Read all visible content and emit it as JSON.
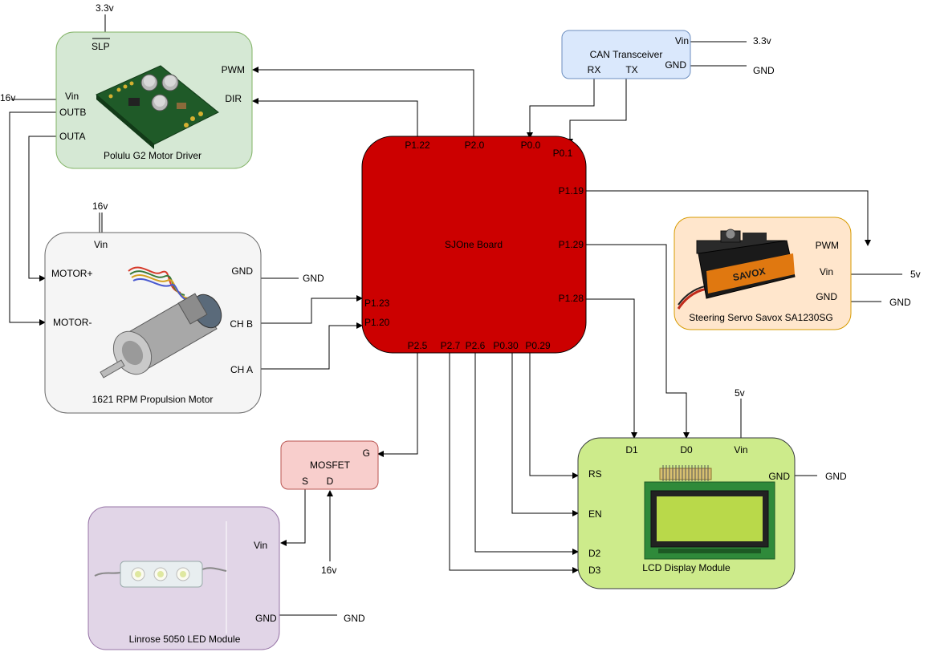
{
  "board": {
    "title": "SJOne Board",
    "fill": "#cc0000",
    "pins": {
      "p1_22": "P1.22",
      "p2_0": "P2.0",
      "p0_0": "P0.0",
      "p0_1": "P0.1",
      "p1_19": "P1.19",
      "p1_29": "P1.29",
      "p1_28": "P1.28",
      "p1_23": "P1.23",
      "p1_20": "P1.20",
      "p2_5": "P2.5",
      "p2_7": "P2.7",
      "p2_6": "P2.6",
      "p0_30": "P0.30",
      "p0_29": "P0.29"
    }
  },
  "can": {
    "title": "CAN Transceiver",
    "fill": "#dae8fc",
    "rx": "RX",
    "tx": "TX",
    "vin": "Vin",
    "gnd": "GND",
    "vin_net": "3.3v",
    "gnd_net": "GND"
  },
  "driver": {
    "title": "Polulu G2 Motor Driver",
    "fill": "#d5e8d4",
    "slp": "SLP",
    "pwm": "PWM",
    "dir": "DIR",
    "vin": "Vin",
    "outb": "OUTB",
    "outa": "OUTA",
    "slp_net": "3.3v",
    "vin_net": "16v"
  },
  "motor": {
    "title": "1621 RPM Propulsion Motor",
    "fill": "#f5f5f5",
    "vin": "Vin",
    "motor_plus": "MOTOR+",
    "motor_minus": "MOTOR-",
    "gnd": "GND",
    "chb": "CH B",
    "cha": "CH A",
    "vin_net": "16v",
    "gnd_net": "GND"
  },
  "servo": {
    "title": "Steering Servo Savox SA1230SG",
    "fill": "#ffe6cc",
    "pwm": "PWM",
    "vin": "Vin",
    "gnd": "GND",
    "vin_net": "5v",
    "gnd_net": "GND",
    "brand": "SAVOX"
  },
  "mosfet": {
    "title": "MOSFET",
    "fill": "#f8cecc",
    "g": "G",
    "s": "S",
    "d": "D",
    "d_net": "16v"
  },
  "led": {
    "title": "Linrose 5050 LED Module",
    "fill": "#e1d5e7",
    "vin": "Vin",
    "gnd": "GND",
    "gnd_net": "GND"
  },
  "lcd": {
    "title": "LCD Display Module",
    "fill": "#cdeb8b",
    "d1": "D1",
    "d0": "D0",
    "vin": "Vin",
    "gnd": "GND",
    "rs": "RS",
    "en": "EN",
    "d2": "D2",
    "d3": "D3",
    "vin_net": "5v",
    "gnd_net": "GND"
  }
}
